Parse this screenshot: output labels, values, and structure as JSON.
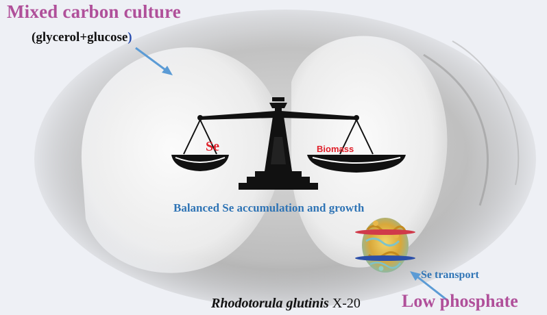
{
  "title": "Mixed carbon culture",
  "subtitle_text": "(glycerol+glucose",
  "subtitle_close": ")",
  "left_pan_label": "Se",
  "right_pan_label": "Biomass",
  "center_caption": "Balanced Se accumulation and growth",
  "transport_label": "Se transport",
  "phosphate_label": "Low phosphate",
  "species_italic": "Rhodotorula glutinis",
  "species_strain": "X-20",
  "colors": {
    "magenta_heading": "#b0509a",
    "blue_caption": "#2f74b5",
    "red_pan_label": "#e0202a",
    "arrow_blue": "#5b9bd5",
    "scale_black": "#111111"
  }
}
